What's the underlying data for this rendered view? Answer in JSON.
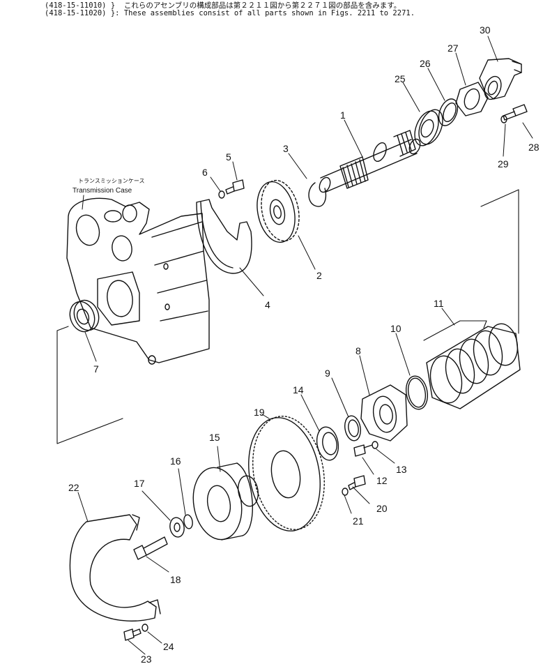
{
  "header": {
    "line1_code": "(418-15-11010)",
    "line1_brace": "}",
    "line1_text": "これらのアセンブリの構成部品は第２２１１図から第２２７１図の部品を含みます。",
    "line2_code": "(418-15-11020)",
    "line2_brace": "}",
    "line2_text": ": These assemblies consist of all parts shown in Figs. 2211 to 2271."
  },
  "transmission_case": {
    "label_jp": "トランスミッションケース",
    "label_en": "Transmission Case"
  },
  "callouts": [
    {
      "id": "30",
      "label": "30"
    },
    {
      "id": "27",
      "label": "27"
    },
    {
      "id": "26",
      "label": "26"
    },
    {
      "id": "25",
      "label": "25"
    },
    {
      "id": "1",
      "label": "1"
    },
    {
      "id": "28",
      "label": "28"
    },
    {
      "id": "29",
      "label": "29"
    },
    {
      "id": "3",
      "label": "3"
    },
    {
      "id": "5",
      "label": "5"
    },
    {
      "id": "6",
      "label": "6"
    },
    {
      "id": "2",
      "label": "2"
    },
    {
      "id": "4",
      "label": "4"
    },
    {
      "id": "11",
      "label": "11"
    },
    {
      "id": "10",
      "label": "10"
    },
    {
      "id": "8",
      "label": "8"
    },
    {
      "id": "9",
      "label": "9"
    },
    {
      "id": "14",
      "label": "14"
    },
    {
      "id": "19",
      "label": "19"
    },
    {
      "id": "7",
      "label": "7"
    },
    {
      "id": "15",
      "label": "15"
    },
    {
      "id": "16",
      "label": "16"
    },
    {
      "id": "17",
      "label": "17"
    },
    {
      "id": "22",
      "label": "22"
    },
    {
      "id": "13",
      "label": "13"
    },
    {
      "id": "12",
      "label": "12"
    },
    {
      "id": "20",
      "label": "20"
    },
    {
      "id": "21",
      "label": "21"
    },
    {
      "id": "18",
      "label": "18"
    },
    {
      "id": "24",
      "label": "24"
    },
    {
      "id": "23",
      "label": "23"
    }
  ]
}
